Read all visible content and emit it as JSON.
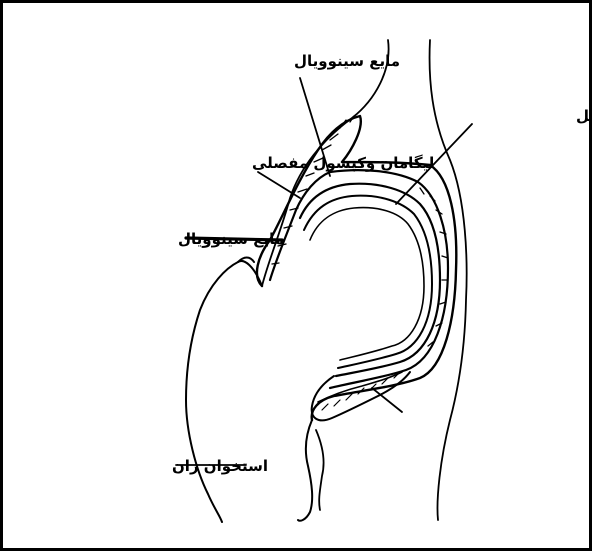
{
  "diagram": {
    "labels": {
      "synovial_fluid_top": "مایع سینوویال",
      "ligament_capsule": "لیگامان وکپسول مفصلی",
      "synovial_fluid_mid": "مایع سینوویال",
      "articular_cartilage": "غضروف مفصل",
      "femur": "استخوان ران"
    },
    "colors": {
      "stroke": "#000000",
      "background": "#ffffff"
    }
  }
}
